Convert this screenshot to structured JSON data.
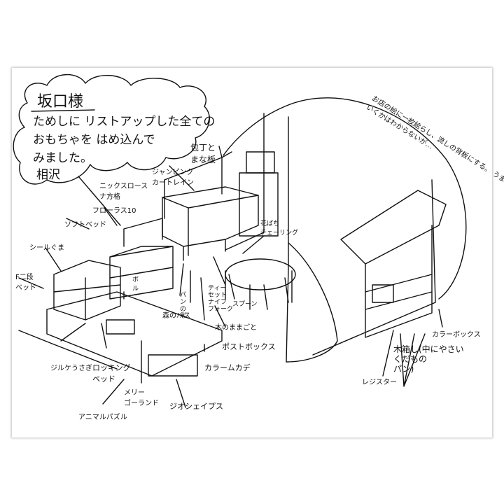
{
  "note": {
    "title": "坂口様",
    "lines": [
      "ためしに リストアップした全ての",
      "おもちゃを はめ込んで",
      "みました。"
    ],
    "signature": "相沢"
  },
  "curved_note": "お店の絵に一枚絵らし、流しの背板にする。 うまくいくかはわからないが…",
  "labels": {
    "knife_board": "包丁と\nまな板",
    "nix_slope": "ニックスロース\nナ方格",
    "jumping_curtain": "ジャンピング\nカートレイン",
    "flora10": "フローラス10",
    "soft_bed": "ソフトベッド",
    "seal_bear": "シールぐま",
    "two_tier_bed": "F二段\nベッド",
    "flower_bowl": "花ばち\nチェーリング",
    "ball": "ボ\nル",
    "dining_set": "ティー\nセット\nナイフ\nフォーク",
    "bread_tree": "パ\nン\nの\n木",
    "forest_bus": "森のバス",
    "kitchen_play": "木のままごと",
    "spoon": "スプーン",
    "post_box": "ポストボックス",
    "column_card": "カラームカデ",
    "gel_rabbit": "ジルケうさぎ",
    "rocking_bed": "ロッキング\nベッド",
    "merry_go_round": "メリー\nゴーランド",
    "animal_puzzle": "アニマルパズル",
    "geo_shape": "ジオシェイプス",
    "color_box": "カラーボックス",
    "wood_box": "木箱し(中にやさい\nくだもの\nパン)",
    "register": "レジスター"
  }
}
